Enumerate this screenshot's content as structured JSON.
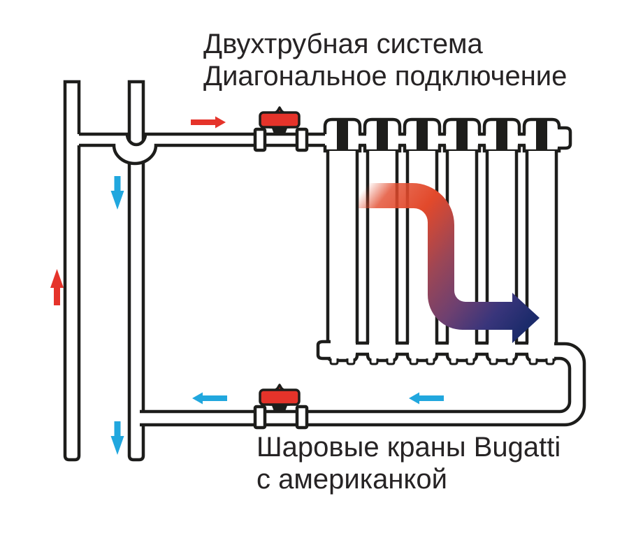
{
  "diagram": {
    "title_line1": "Двухтрубная система",
    "title_line2": "Диагональное подключение",
    "caption_line1": "Шаровые краны Bugatti",
    "caption_line2": "с американкой"
  },
  "colors": {
    "line": "#1d1d1b",
    "text": "#262324",
    "hot_red": "#e5332a",
    "cold_blue": "#21a7de",
    "grad_red": "#e2492b",
    "grad_plum": "#9b4656",
    "grad_purple": "#6e4070",
    "grad_indigo": "#39357b",
    "grad_navy": "#1c2b6b"
  },
  "flow_arrows": {
    "supply_riser": "up",
    "supply_branch": "right",
    "return_riser_upper": "down",
    "return_riser_lower": "down",
    "return_branch_near_radiator": "left",
    "return_branch_near_valve": "left",
    "radiator_internal_flow": "diagonal: in top-left, out bottom-right"
  },
  "components": {
    "radiator_sections": 6,
    "valves": [
      "ball-valve-top",
      "ball-valve-bottom"
    ],
    "unions_per_valve": 2
  }
}
